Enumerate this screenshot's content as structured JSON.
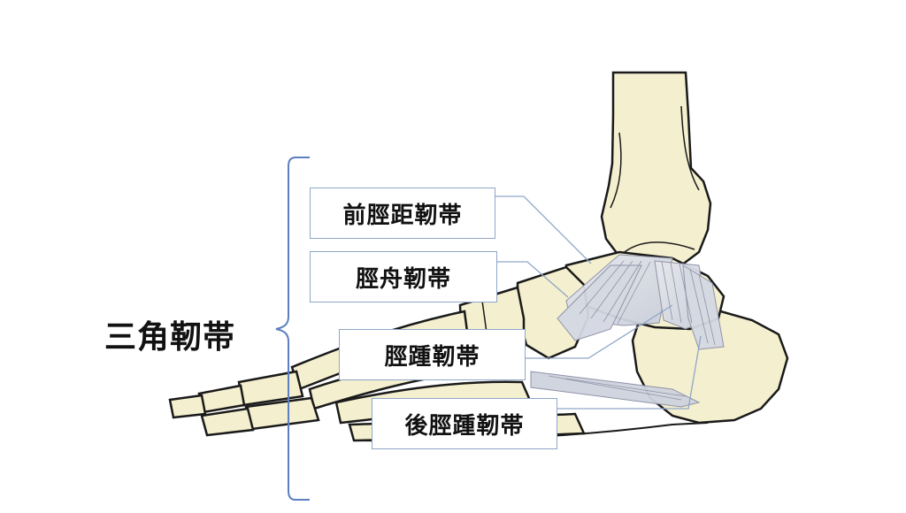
{
  "diagram": {
    "group_label": "三角靭帯",
    "ligaments": [
      {
        "id": "anterior-tibiotalar",
        "label": "前脛距靭帯"
      },
      {
        "id": "tibionavicular",
        "label": "脛舟靭帯"
      },
      {
        "id": "tibiocalcaneal",
        "label": "脛踵靭帯"
      },
      {
        "id": "posterior-tibiocalcaneal",
        "label": "後脛踵靭帯"
      }
    ],
    "colors": {
      "bone_fill": "#f4efcf",
      "bone_outline": "#1a1a1a",
      "ligament_fill": "#d9dce6",
      "ligament_lines": "#8a8fa5",
      "leader_line": "#8fa6c8",
      "bracket": "#5b7fbf"
    }
  }
}
